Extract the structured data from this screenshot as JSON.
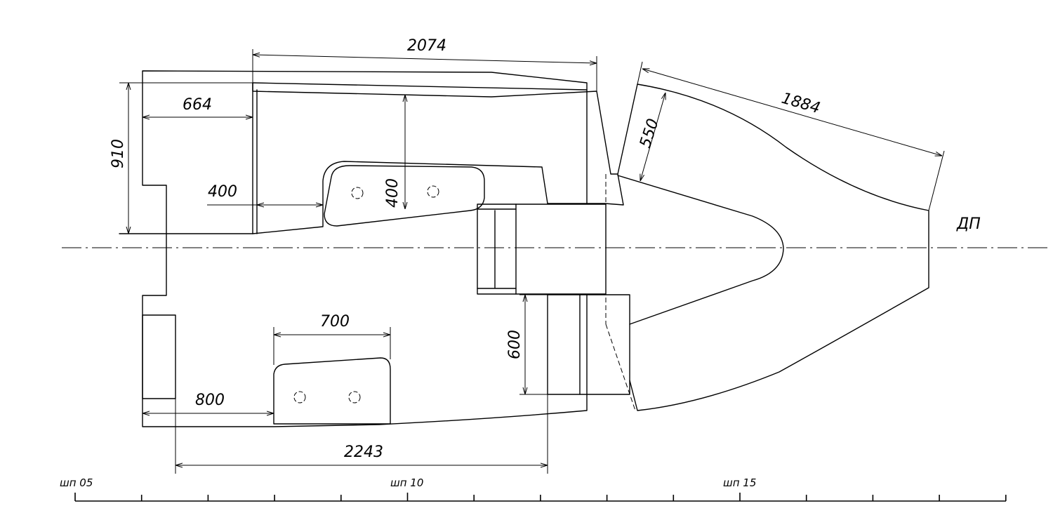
{
  "dimensions": {
    "d2074": "2074",
    "d664": "664",
    "d910": "910",
    "d400_left": "400",
    "d400_pad": "400",
    "d550": "550",
    "d1884": "1884",
    "d700": "700",
    "d600": "600",
    "d800": "800",
    "d2243": "2243"
  },
  "centerline_label": "ДП",
  "frame_labels": {
    "f05": "шп 05",
    "f10": "шп 10",
    "f15": "шп 15"
  }
}
